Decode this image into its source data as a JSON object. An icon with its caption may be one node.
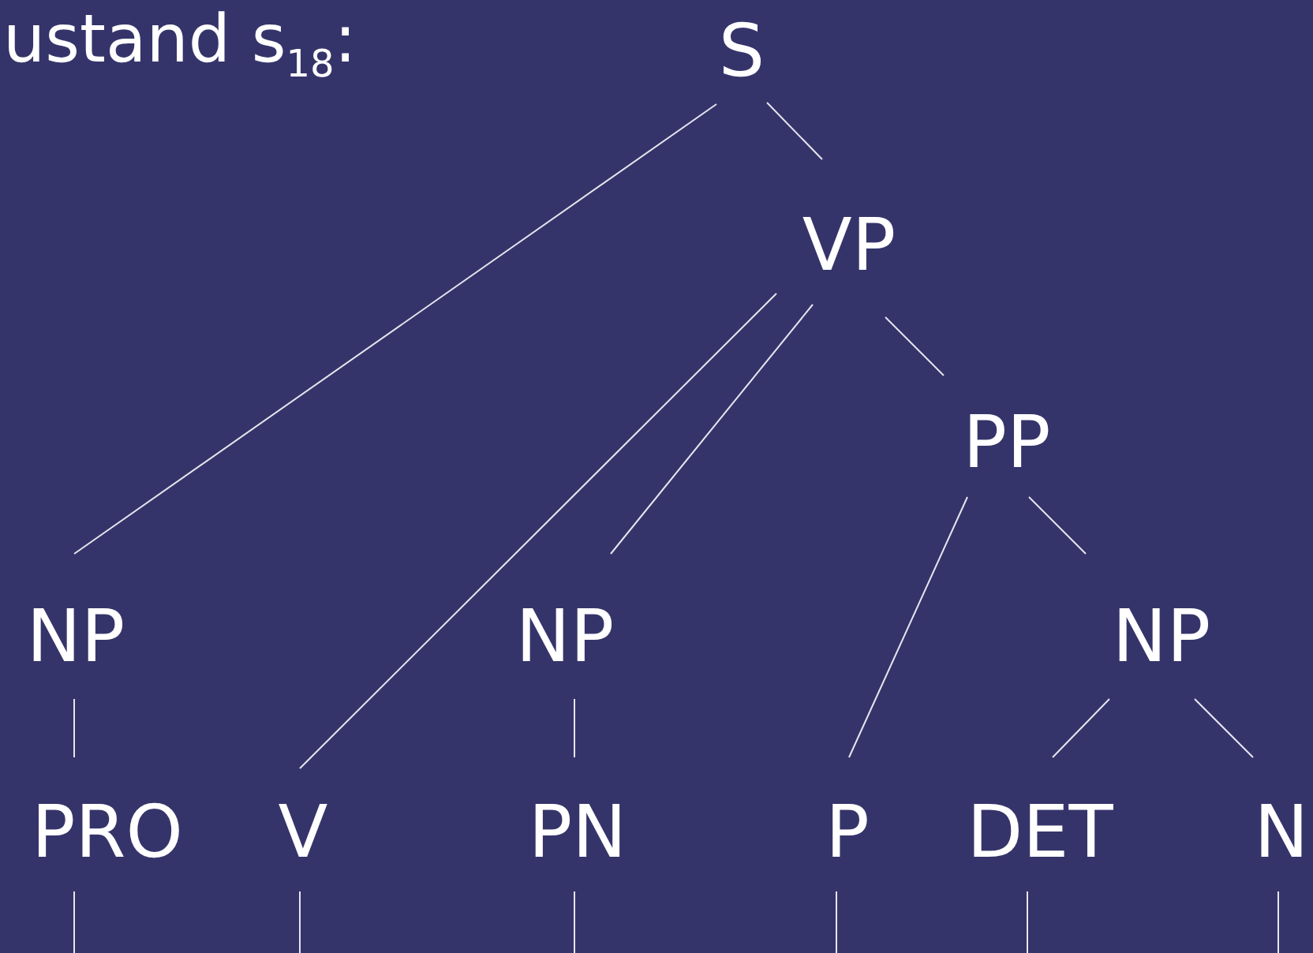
{
  "diagram": {
    "title": "ustand s$_{18}$:",
    "nodes": [
      {
        "text": [
          "S"
        ]
      },
      {
        "text": [
          "VP"
        ]
      },
      {
        "text": [
          "PP"
        ]
      },
      {
        "text": [
          "NP"
        ]
      },
      {
        "text": [
          "NP"
        ]
      },
      {
        "text": [
          "NP"
        ]
      },
      {
        "text": [
          "PRO"
        ]
      },
      {
        "text": [
          "V"
        ]
      },
      {
        "text": [
          "PN"
        ]
      },
      {
        "text": [
          "P"
        ]
      },
      {
        "text": [
          "DET"
        ]
      },
      {
        "text": [
          "N"
        ]
      }
    ],
    "edges": [
      {
        "from": 0,
        "to": 3,
        "arrow": "none"
      },
      {
        "from": 0,
        "to": 1,
        "arrow": "none"
      },
      {
        "from": 1,
        "to": 7,
        "arrow": "none"
      },
      {
        "from": 1,
        "to": 4,
        "arrow": "none"
      },
      {
        "from": 1,
        "to": 2,
        "arrow": "none"
      },
      {
        "from": 2,
        "to": 9,
        "arrow": "none"
      },
      {
        "from": 2,
        "to": 5,
        "arrow": "none"
      },
      {
        "from": 5,
        "to": 10,
        "arrow": "none"
      },
      {
        "from": 5,
        "to": 11,
        "arrow": "none"
      },
      {
        "from": 3,
        "to": 6,
        "arrow": "none"
      },
      {
        "from": 4,
        "to": 8,
        "arrow": "none"
      },
      {
        "from": 6,
        "to": null,
        "arrow": "none"
      },
      {
        "from": 7,
        "to": null,
        "arrow": "none"
      },
      {
        "from": 8,
        "to": null,
        "arrow": "none"
      },
      {
        "from": 9,
        "to": null,
        "arrow": "none"
      },
      {
        "from": 10,
        "to": null,
        "arrow": "none"
      },
      {
        "from": 11,
        "to": null,
        "arrow": "none"
      }
    ]
  }
}
